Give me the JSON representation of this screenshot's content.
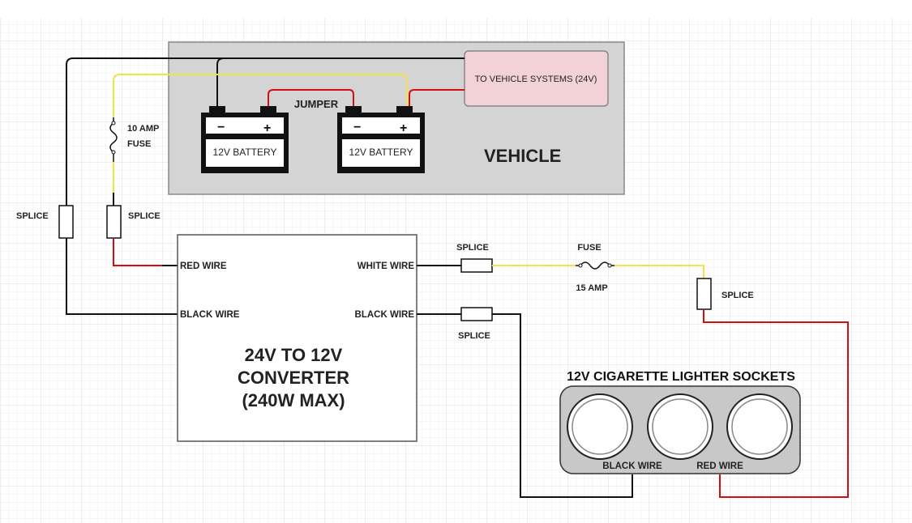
{
  "vehicle": {
    "label": "VEHICLE",
    "systems_label": "TO VEHICLE SYSTEMS (24V)",
    "jumper_label": "JUMPER",
    "batteries": [
      {
        "label": "12V BATTERY",
        "neg": "−",
        "pos": "+"
      },
      {
        "label": "12V BATTERY",
        "neg": "−",
        "pos": "+"
      }
    ]
  },
  "fuse_10a": {
    "line1": "10 AMP",
    "line2": "FUSE"
  },
  "splices": {
    "left_black": "SPLICE",
    "left_yellow": "SPLICE",
    "white": "SPLICE",
    "black_out": "SPLICE",
    "right_red": "SPLICE"
  },
  "converter": {
    "title_line1": "24V TO 12V",
    "title_line2": "CONVERTER",
    "title_line3": "(240W MAX)",
    "in_red": "RED WIRE",
    "in_black": "BLACK WIRE",
    "out_white": "WHITE WIRE",
    "out_black": "BLACK WIRE"
  },
  "fuse_15a": {
    "title": "FUSE",
    "rating": "15 AMP"
  },
  "sockets": {
    "title": "12V CIGARETTE LIGHTER SOCKETS",
    "black_label": "BLACK WIRE",
    "red_label": "RED WIRE",
    "count": 3
  },
  "colors": {
    "black_wire": "#111111",
    "red_wire": "#d01010",
    "yellow_wire": "#f2e24a",
    "vehicle_fill": "#d4d4d4",
    "systems_fill": "#f2d2d6",
    "socket_panel": "#c8c8c8",
    "grid": "#e9e9e9"
  }
}
